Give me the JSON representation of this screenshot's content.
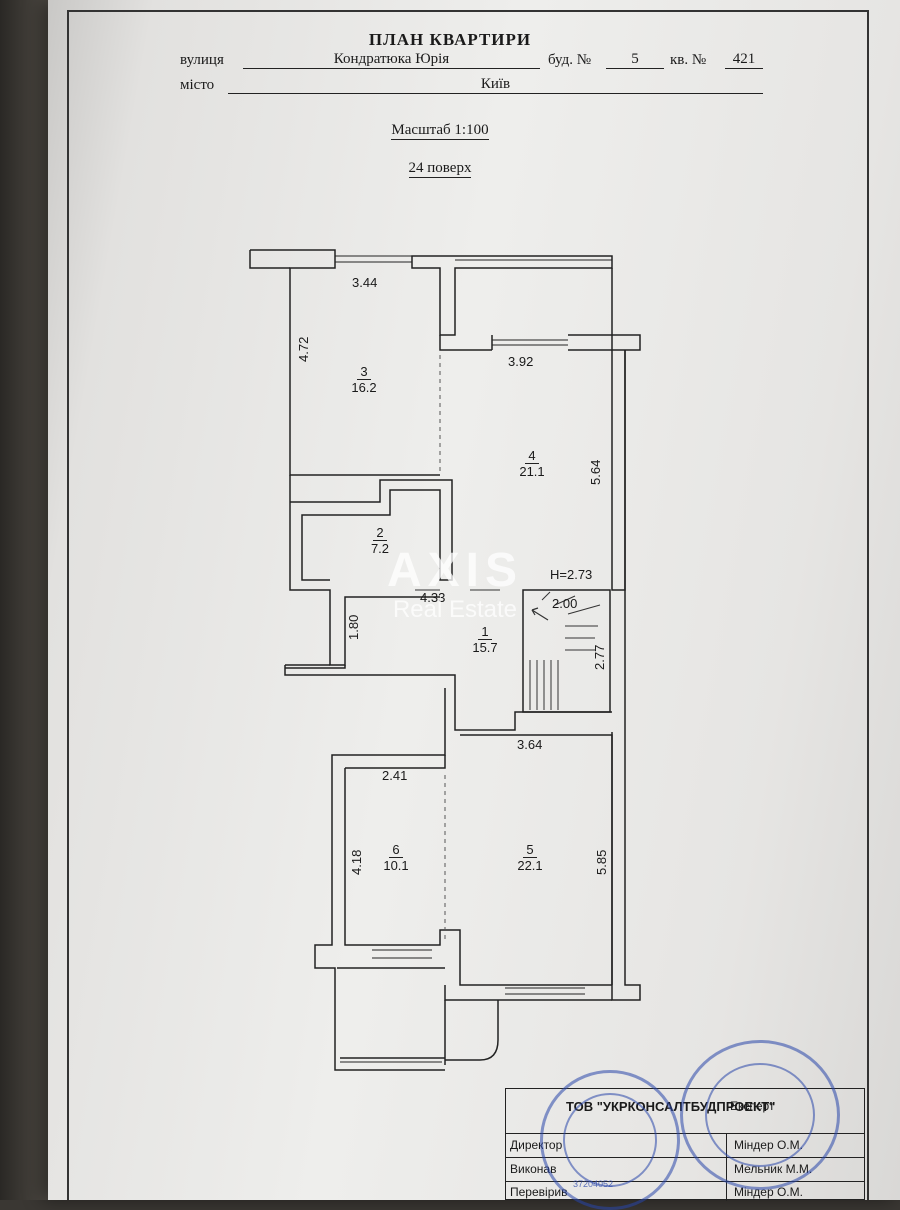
{
  "header": {
    "title": "ПЛАН КВАРТИРИ",
    "street_label": "вулиця",
    "street_value": "Кондратюка Юрія",
    "building_label": "буд. №",
    "building_value": "5",
    "apt_label": "кв. №",
    "apt_value": "421",
    "city_label": "місто",
    "city_value": "Київ",
    "scale": "Масштаб 1:100",
    "floor": "24 поверх"
  },
  "plan": {
    "dimensions": {
      "d344": "3.44",
      "d472": "4.72",
      "d392": "3.92",
      "d564": "5.64",
      "d433": "4.33",
      "d180": "1.80",
      "d200": "2.00",
      "d277": "2.77",
      "d364": "3.64",
      "d241": "2.41",
      "d418": "4.18",
      "d585": "5.85"
    },
    "ceiling_height": "H=2.73",
    "rooms": [
      {
        "number": "1",
        "area": "15.7"
      },
      {
        "number": "2",
        "area": "7.2"
      },
      {
        "number": "3",
        "area": "16.2"
      },
      {
        "number": "4",
        "area": "21.1"
      },
      {
        "number": "5",
        "area": "22.1"
      },
      {
        "number": "6",
        "area": "10.1"
      }
    ]
  },
  "watermark": {
    "brand": "AXIS",
    "tagline": "Real Estate"
  },
  "stamp": {
    "company": "ТОВ \"УКРКОНСАЛТБУДПРОЕКТ\"",
    "role_expert": "Експерт",
    "row1_label": "Директор",
    "row1_name": "Міндер О.М.",
    "row2_label": "Виконав",
    "row2_name": "Мельник М.М.",
    "row3_label": "Перевірив",
    "row3_name": "Міндер О.М.",
    "seal_code": "37204052"
  }
}
